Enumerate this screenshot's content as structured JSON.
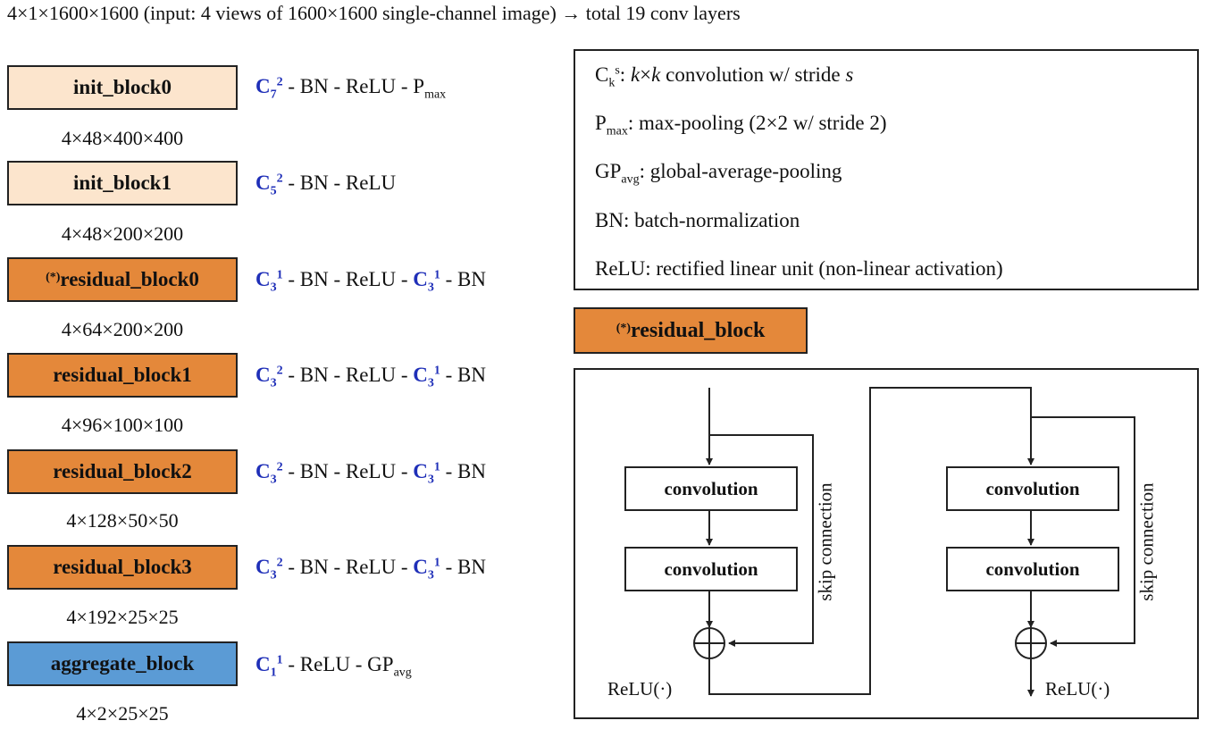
{
  "header": {
    "title": "4×1×1600×1600 (input: 4 views of 1600×1600 single-channel image) → total 19 conv layers"
  },
  "colors": {
    "init_block": "#fce5cd",
    "residual_block": "#e4883a",
    "aggregate_block": "#5b9bd5",
    "conv_symbol": "#1f2fb8"
  },
  "blocks": [
    {
      "name": "init_block0",
      "prefix": "",
      "shape": "4×48×400×400"
    },
    {
      "name": "init_block1",
      "prefix": "",
      "shape": "4×48×200×200"
    },
    {
      "name": "residual_block0",
      "prefix": "(*)",
      "shape": "4×64×200×200"
    },
    {
      "name": "residual_block1",
      "prefix": "",
      "shape": "4×96×100×100"
    },
    {
      "name": "residual_block2",
      "prefix": "",
      "shape": "4×128×50×50"
    },
    {
      "name": "residual_block3",
      "prefix": "",
      "shape": "4×192×25×25"
    },
    {
      "name": "aggregate_block",
      "prefix": "",
      "shape": "4×2×25×25"
    }
  ],
  "formulas": {
    "f0": {
      "c1_k": "7",
      "c1_s": "2",
      "rest": " - BN - ReLU - P",
      "rest_sub": "max"
    },
    "f1": {
      "c1_k": "5",
      "c1_s": "2",
      "rest": " - BN - ReLU"
    },
    "f2": {
      "c1_k": "3",
      "c1_s": "1",
      "mid": " - BN - ReLU - ",
      "c2_k": "3",
      "c2_s": "1",
      "tail": " - BN"
    },
    "f3": {
      "c1_k": "3",
      "c1_s": "2",
      "mid": " - BN - ReLU - ",
      "c2_k": "3",
      "c2_s": "1",
      "tail": " - BN"
    },
    "f4": {
      "c1_k": "3",
      "c1_s": "2",
      "mid": " - BN - ReLU - ",
      "c2_k": "3",
      "c2_s": "1",
      "tail": " - BN"
    },
    "f5": {
      "c1_k": "3",
      "c1_s": "2",
      "mid": " - BN - ReLU - ",
      "c2_k": "3",
      "c2_s": "1",
      "tail": " - BN"
    },
    "f6": {
      "c1_k": "1",
      "c1_s": "1",
      "rest": " - ReLU - GP",
      "rest_sub": "avg"
    }
  },
  "legend": {
    "row0": {
      "sym": "C",
      "sub": "k",
      "sup": "s",
      "colon": ": ",
      "k1": "k",
      "x": "×",
      "k2": "k",
      "text": " convolution w/ stride ",
      "s": "s"
    },
    "row1": {
      "sym": "P",
      "sub": "max",
      "text": ": max-pooling (2×2 w/ stride 2)"
    },
    "row2": {
      "sym": "GP",
      "sub": "avg",
      "text": ": global-average-pooling"
    },
    "row3": {
      "text": "BN: batch-normalization"
    },
    "row4": {
      "text": "ReLU: rectified linear unit (non-linear activation)"
    }
  },
  "residual_diagram": {
    "label_prefix": "(*)",
    "label": "residual_block",
    "conv_label": "convolution",
    "skip_label": "skip connection",
    "relu_label": "ReLU(·)"
  }
}
